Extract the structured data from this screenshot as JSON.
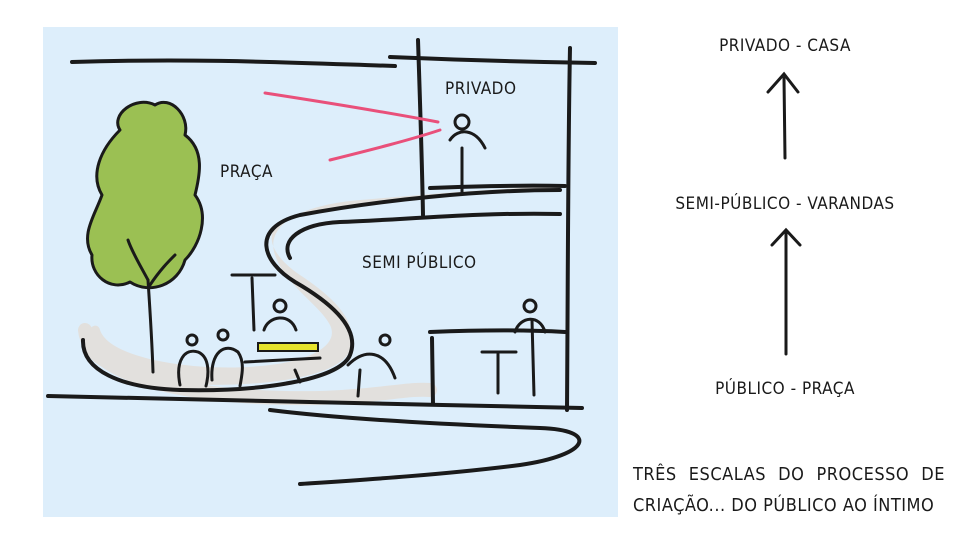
{
  "sketch": {
    "labels": {
      "privado": "PRIVADO",
      "praca": "PRAÇA",
      "semi_publico": "SEMI PÚBLICO"
    }
  },
  "scales": {
    "top": "PRIVADO - CASA",
    "middle": "SEMI-PÚBLICO - VARANDAS",
    "bottom": "PÚBLICO - PRAÇA"
  },
  "caption": {
    "line1": "TRÊS ESCALAS DO PROCESSO DE",
    "line2": "CRIAÇÃO... DO PÚBLICO AO ÍNTIMO"
  },
  "colors": {
    "sky": "#ddeefb",
    "tree": "#9bc053",
    "path": "#e2e0dd",
    "ink": "#1a1a1a",
    "gaze": "#e9507a",
    "bench": "#e6e32c"
  }
}
